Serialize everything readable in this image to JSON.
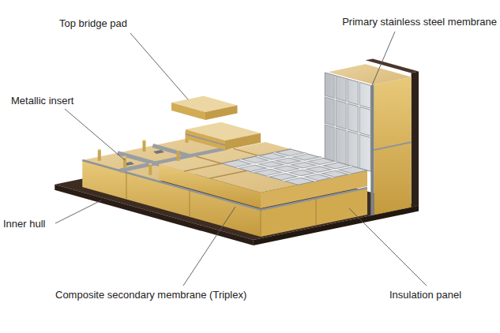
{
  "diagram": {
    "labels": [
      "Top bridge pad",
      "Primary stainless steel membrane",
      "Metallic insert",
      "Inner hull",
      "Composite secondary membrane (Triplex)",
      "Insulation panel"
    ]
  }
}
